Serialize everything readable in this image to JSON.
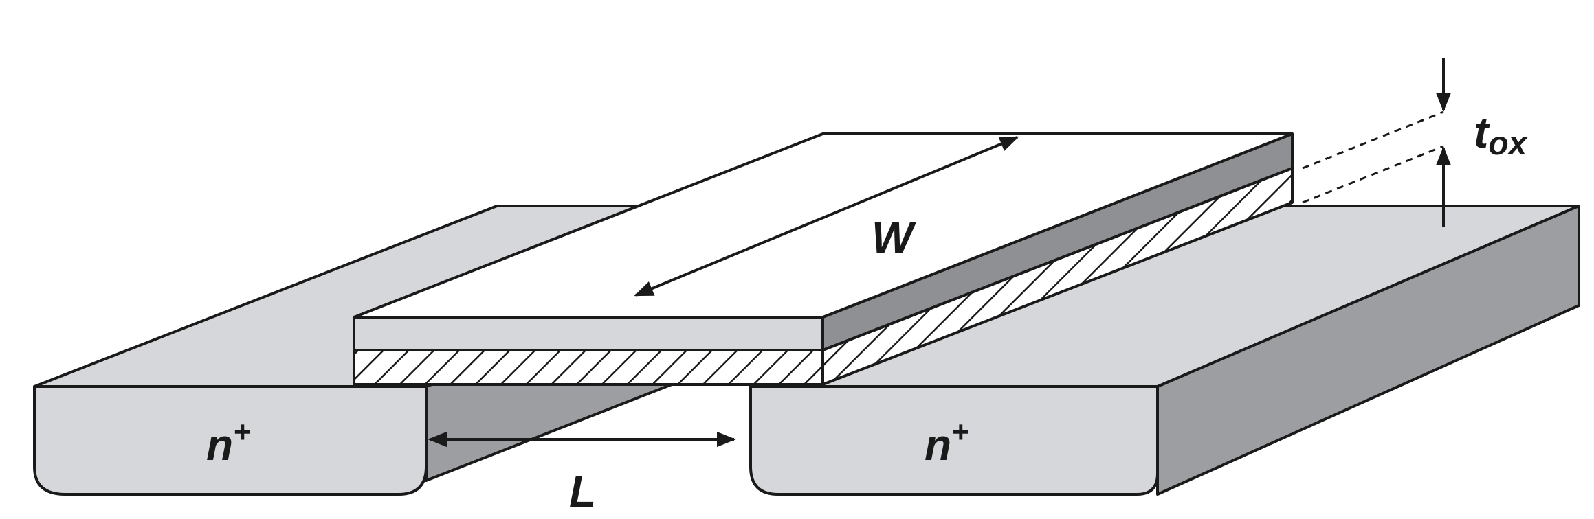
{
  "labels": {
    "source_region": "n",
    "source_sup": "+",
    "drain_region": "n",
    "drain_sup": "+",
    "width": "W",
    "length": "L",
    "oxide_t": "t",
    "oxide_sub": "ox"
  },
  "colors": {
    "outline": "#1a1a1a",
    "light_face": "#d5d7da",
    "dark_face": "#9c9ea1",
    "gate_top": "#ffffff",
    "gate_front": "#d5d7da",
    "gate_side": "#8e9093",
    "oxide_background": "#ffffff",
    "background": "#ffffff"
  }
}
